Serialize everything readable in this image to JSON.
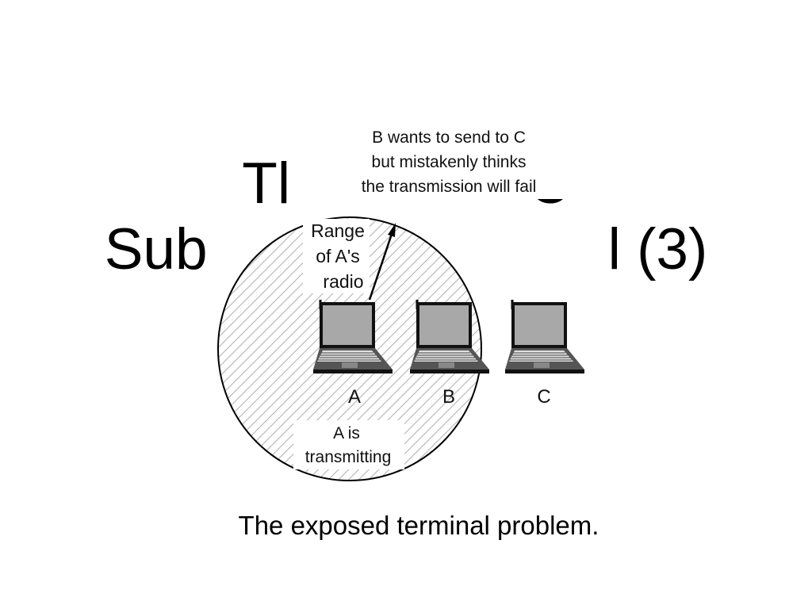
{
  "slide": {
    "title_line1_left": "Tl",
    "title_line1_right": "C",
    "title_line2_left": "Sub",
    "title_line2_right": "l (3)"
  },
  "diagram": {
    "callout": [
      "B wants to send to C",
      "but mistakenly thinks",
      "the transmission will fail"
    ],
    "range_label": [
      "Range",
      "of A's",
      "radio"
    ],
    "transmitting_label": [
      "A is",
      "transmitting"
    ],
    "stations": [
      "A",
      "B",
      "C"
    ]
  },
  "caption": "The exposed terminal problem."
}
